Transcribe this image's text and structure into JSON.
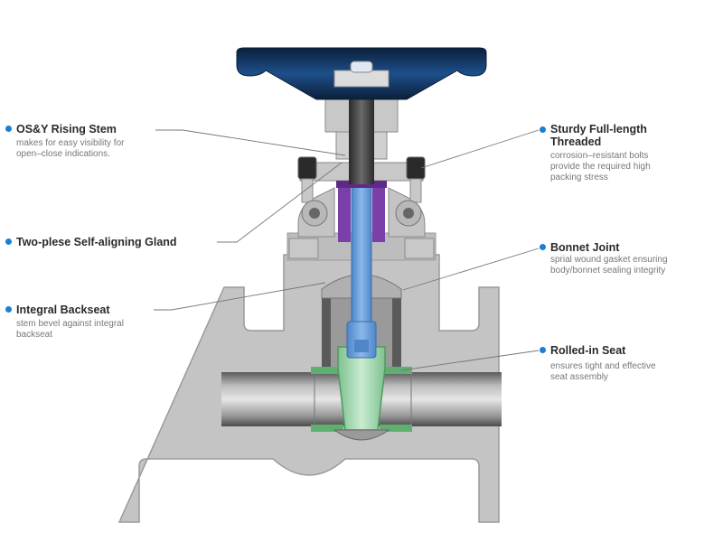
{
  "colors": {
    "bullet": "#1a7fd4",
    "handwheel": "#1d4f8a",
    "stem": "#6a9fdc",
    "gate": "#a8dcb4",
    "packing": "#7a3fa8",
    "body": "#c4c4c4",
    "leader_line": "#777777"
  },
  "callouts": [
    {
      "id": "osy-rising-stem",
      "title": "OS&Y Rising Stem",
      "description": "makes for easy visibility for\nopen–close indications."
    },
    {
      "id": "sturdy-threaded",
      "title": "Sturdy Full-length\nThreaded",
      "description": "corrosion–resistant bolts\nprovide the required high\npacking stress"
    },
    {
      "id": "two-piece-gland",
      "title": "Two-plese Self-aligning Gland",
      "description": ""
    },
    {
      "id": "bonnet-joint",
      "title": "Bonnet Joint",
      "description": "sprial wound gasket ensuring\nbody/bonnet sealing integrity"
    },
    {
      "id": "integral-backseat",
      "title": "Integral Backseat",
      "description": "stem bevel against integral\nbackseat"
    },
    {
      "id": "rolled-in-seat",
      "title": "Rolled-in Seat",
      "description": "ensures tight and effective\nseat assembly"
    }
  ]
}
